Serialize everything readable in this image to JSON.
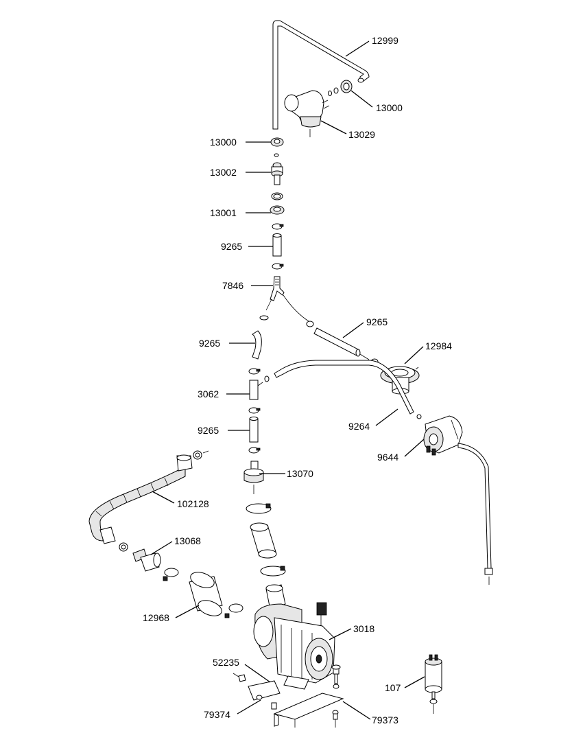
{
  "labels": {
    "p12999": "12999",
    "p13000_top": "13000",
    "p13029": "13029",
    "p13000": "13000",
    "p13002": "13002",
    "p13001": "13001",
    "p9265_a": "9265",
    "p7846": "7846",
    "p9265_b": "9265",
    "p9265_c": "9265",
    "p12984": "12984",
    "p3062": "3062",
    "p9264": "9264",
    "p9265_d": "9265",
    "p9644": "9644",
    "p13070": "13070",
    "p102128": "102128",
    "p13068": "13068",
    "p12968": "12968",
    "p3018": "3018",
    "p52235": "52235",
    "p107": "107",
    "p79374": "79374",
    "p79373": "79373"
  }
}
